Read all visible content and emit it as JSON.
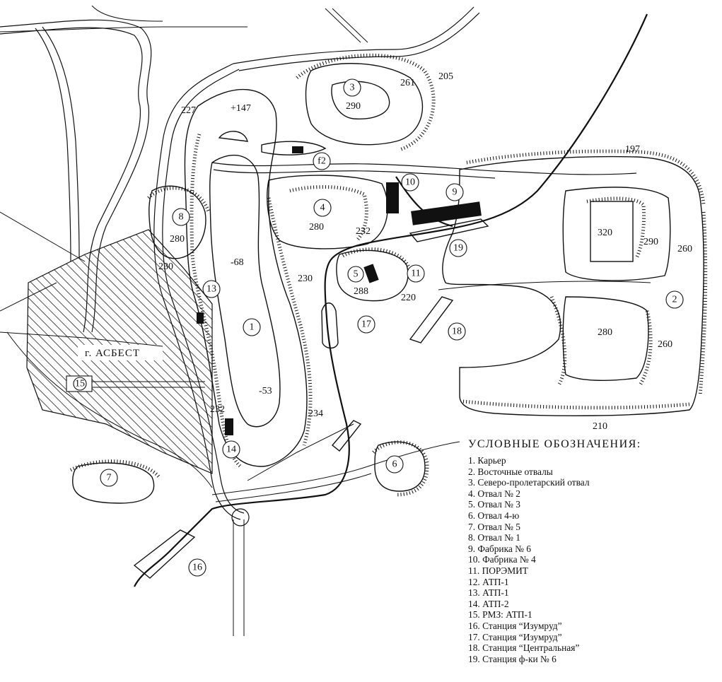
{
  "map": {
    "city_label": "г. АСБЕСТ",
    "site_numbers": [
      "1",
      "2",
      "3",
      "4",
      "5",
      "6",
      "7",
      "8",
      "9",
      "10",
      "11",
      "f2",
      "13",
      "14",
      "15",
      "16",
      "17",
      "18",
      "19"
    ],
    "elevations": [
      "+147",
      "227",
      "261",
      "205",
      "290",
      "197",
      "320",
      "290",
      "260",
      "280",
      "260",
      "210",
      "280",
      "232",
      "230",
      "288",
      "220",
      "-68",
      "280",
      "230",
      "-53",
      "232",
      "234"
    ]
  },
  "legend": {
    "title": "УСЛОВНЫЕ ОБОЗНАЧЕНИЯ:",
    "items": [
      "1.  Карьер",
      "2.  Восточные отвалы",
      "3.  Северо-пролетарский отвал",
      "4.  Отвал № 2",
      "5.  Отвал № 3",
      "6.  Отвал 4-ю",
      "7.  Отвал № 5",
      "8.  Отвал № 1",
      "9.   Фабрика № 6",
      "10. Фабрика № 4",
      "11. ПОРЭМИТ",
      "12. АТП-1",
      "13. АТП-1",
      "14. АТП-2",
      "15. РМЗ: АТП-1",
      "16. Станция “Изумруд”",
      "17. Станция “Изумруд”",
      "18. Станция “Центральная”",
      "19. Станция ф-ки № 6"
    ]
  }
}
